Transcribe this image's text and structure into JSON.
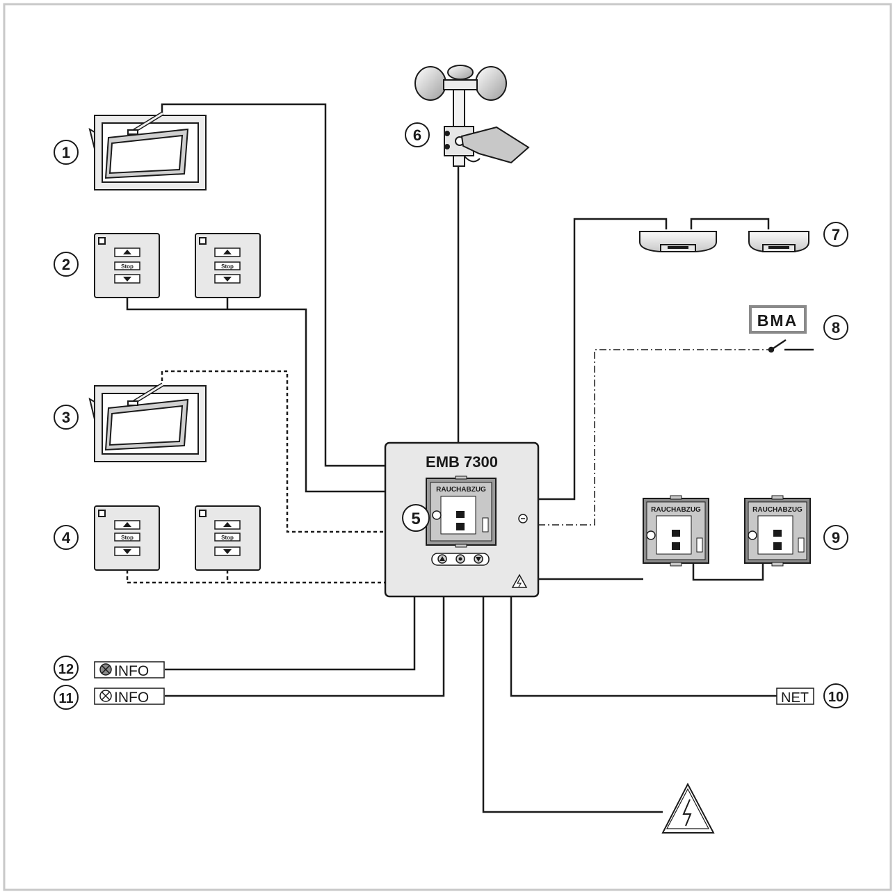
{
  "callouts": {
    "c1": "1",
    "c2": "2",
    "c3": "3",
    "c4": "4",
    "c5": "5",
    "c6": "6",
    "c7": "7",
    "c8": "8",
    "c9": "9",
    "c10": "10",
    "c11": "11",
    "c12": "12"
  },
  "controller": {
    "title": "EMB 7300"
  },
  "smoke_panel": {
    "label": "RAUCHABZUG"
  },
  "switch": {
    "stop_label": "Stop"
  },
  "fire_alarm": {
    "label": "BMA"
  },
  "info_outputs": {
    "info_12": "INFO",
    "info_11": "INFO"
  },
  "network": {
    "label": "NET"
  },
  "colors": {
    "line": "#1a1a1a",
    "device_fill": "#e6e6e6",
    "panel_fill": "#9a9a9a",
    "frame": "#c8c8c8"
  }
}
